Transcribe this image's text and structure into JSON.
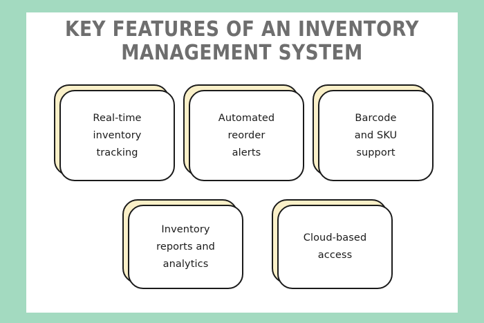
{
  "poster": {
    "title": "Key features of an inventory\nmanagement system",
    "background_color": "#A3DAC0",
    "panel_color": "#FFFFFF",
    "title_color": "#6E6E6E",
    "card_face_color": "#FFFFFF",
    "card_shadow_color": "#FAF0C8",
    "card_outline_color": "#1A1A1A",
    "card_text_color": "#1A1A1A"
  },
  "cards": [
    {
      "label": "Real-time\ninventory\ntracking"
    },
    {
      "label": "Automated\nreorder\nalerts"
    },
    {
      "label": "Barcode\nand SKU\nsupport"
    },
    {
      "label": "Inventory\nreports and\nanalytics"
    },
    {
      "label": "Cloud-based\naccess"
    }
  ]
}
